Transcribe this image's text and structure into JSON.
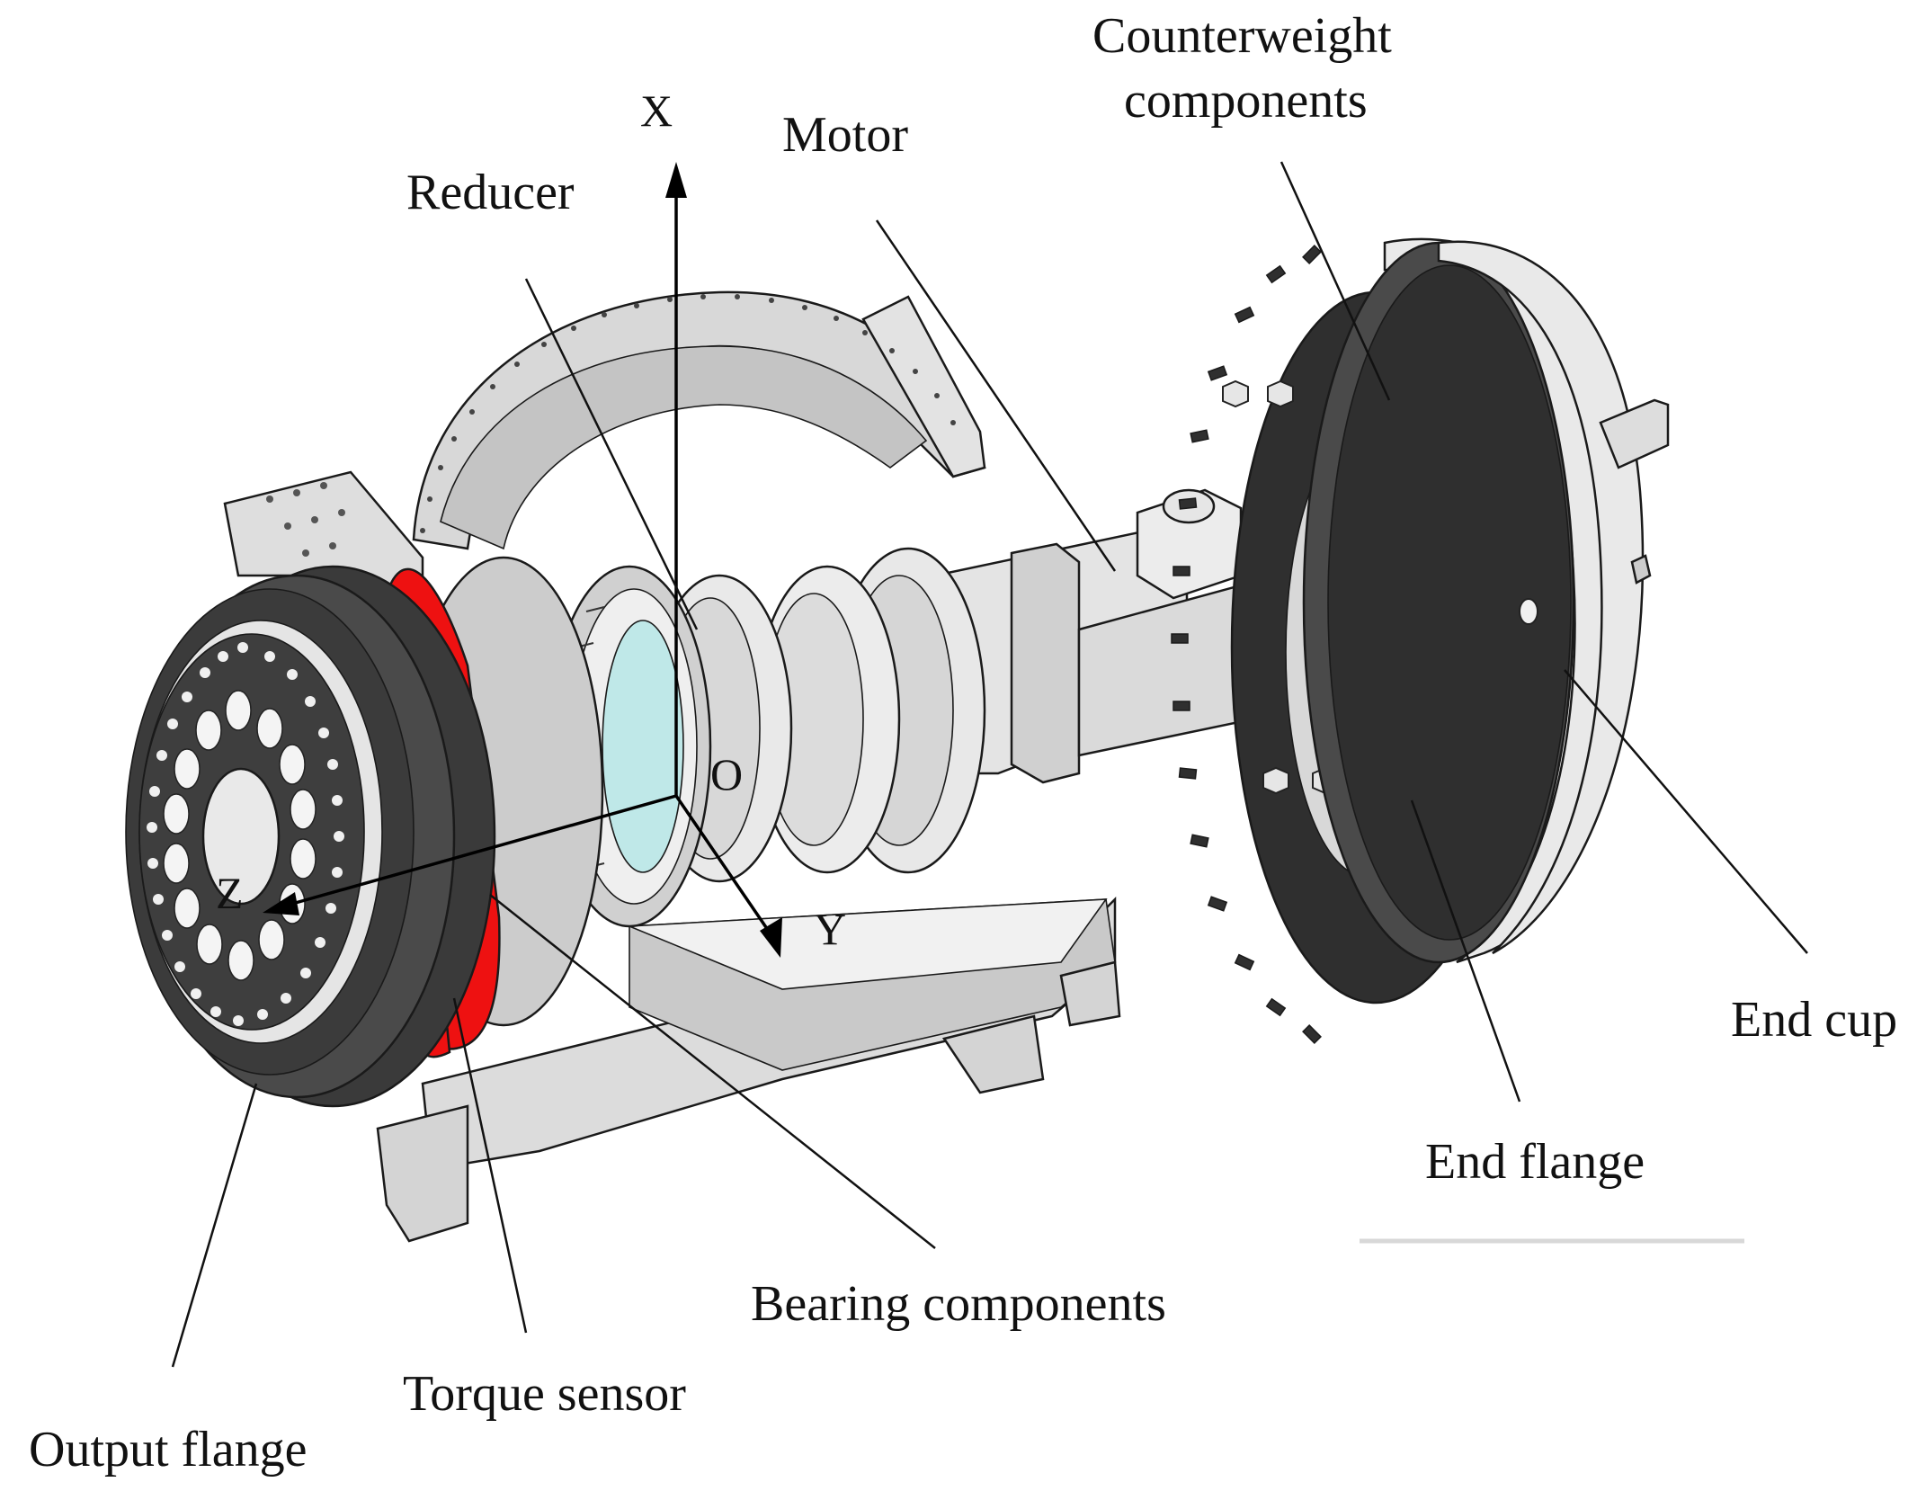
{
  "figure": {
    "labels": {
      "counterweight_line1": "Counterweight",
      "counterweight_line2": "components",
      "motor": "Motor",
      "reducer": "Reducer",
      "bearing_components": "Bearing components",
      "torque_sensor": "Torque sensor",
      "output_flange": "Output flange",
      "end_cup": "End cup",
      "end_flange": "End flange"
    },
    "axes": {
      "x": "X",
      "y": "Y",
      "z": "Z",
      "origin": "O"
    }
  },
  "colors": {
    "housing": "#d9d9d9",
    "housing_light": "#ececec",
    "housing_dark": "#a8a8a8",
    "flange_dark": "#3f3f3f",
    "torque_sensor": "#ee1111",
    "line": "#111111"
  }
}
